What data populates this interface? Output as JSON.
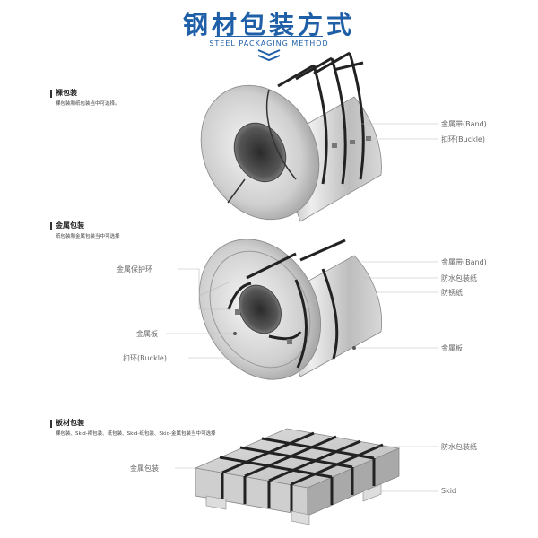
{
  "header": {
    "title": "钢材包装方式",
    "subtitle": "STEEL PACKAGING METHOD"
  },
  "sections": [
    {
      "title": "裸包装",
      "desc": "裸包装和纸包装当中可选择。",
      "labels": {
        "band": "金属带(Band)",
        "buckle": "扣环(Buckle)"
      }
    },
    {
      "title": "金属包装",
      "desc": "纸包装和金属包装当中可选择",
      "labels": {
        "protect_ring": "金属保护环",
        "metal_plate_left": "金属板",
        "buckle": "扣环(Buckle)",
        "band": "金属带(Band)",
        "waterproof_paper": "防水包装纸",
        "rustproof_paper": "防锈纸",
        "metal_plate_right": "金属板"
      }
    },
    {
      "title": "板材包装",
      "desc": "裸包装、Skid-裸包装、纸包装、Skid-纸包装、Skid-金属包装当中可选择",
      "labels": {
        "metal_pack": "金属包装",
        "waterproof_paper": "防水包装纸",
        "skid": "Skid"
      }
    }
  ]
}
